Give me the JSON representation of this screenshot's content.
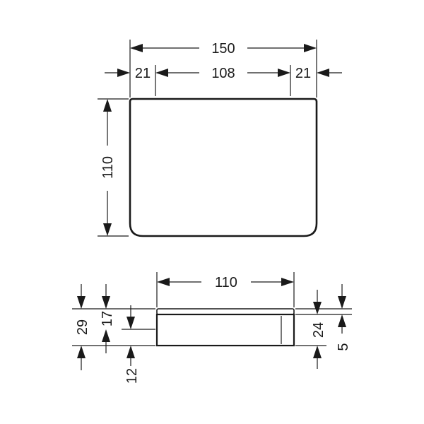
{
  "top_view": {
    "overall_width": "150",
    "left_offset": "21",
    "inner_width": "108",
    "right_offset": "21",
    "height": "110"
  },
  "side_view": {
    "width": "110",
    "total_height": "29",
    "upper_height": "17",
    "lower_gap": "12",
    "body_height": "24",
    "lid_height": "5"
  }
}
